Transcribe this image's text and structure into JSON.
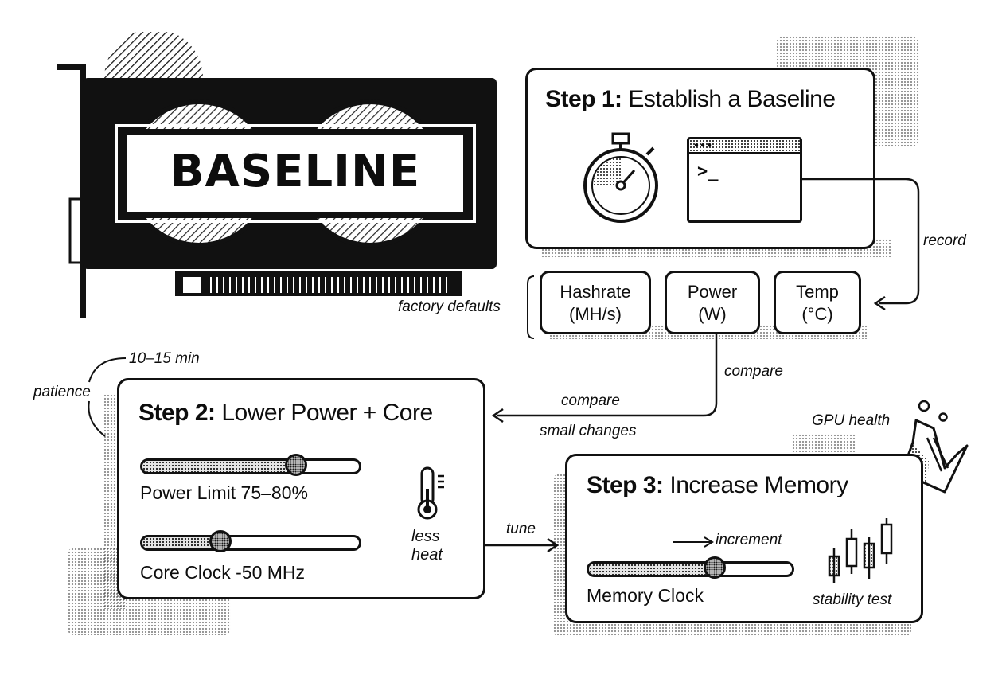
{
  "card_label": "BASELINE",
  "step1": {
    "title_bold": "Step 1:",
    "title_rest": " Establish a Baseline",
    "terminal_prompt": ">_"
  },
  "metrics": [
    {
      "name": "Hashrate",
      "unit": "(MH/s)"
    },
    {
      "name": "Power",
      "unit": "(W)"
    },
    {
      "name": "Temp",
      "unit": "(°C)"
    }
  ],
  "step2": {
    "title_bold": "Step 2:",
    "title_rest": " Lower Power + Core",
    "sliders": [
      {
        "label": "Power Limit 75–80%",
        "level": 0.71
      },
      {
        "label": "Core Clock -50 MHz",
        "level": 0.36
      }
    ],
    "thermo_note_1": "less",
    "thermo_note_2": "heat"
  },
  "step3": {
    "title_bold": "Step 3:",
    "title_rest": " Increase Memory",
    "slider": {
      "label": "Memory Clock",
      "level": 0.62
    },
    "increment_note": "increment",
    "stability_note": "stability test"
  },
  "annotations": {
    "record": "record",
    "factory_defaults": "factory defaults",
    "compare_1": "compare",
    "compare_2": "compare",
    "small_changes": "small changes",
    "time": "10–15 min",
    "patience": "patience",
    "tune": "tune",
    "gpu_health": "GPU health"
  },
  "colors": {
    "ink": "#111111",
    "paper": "#ffffff",
    "dot": "#1a1a1a"
  }
}
